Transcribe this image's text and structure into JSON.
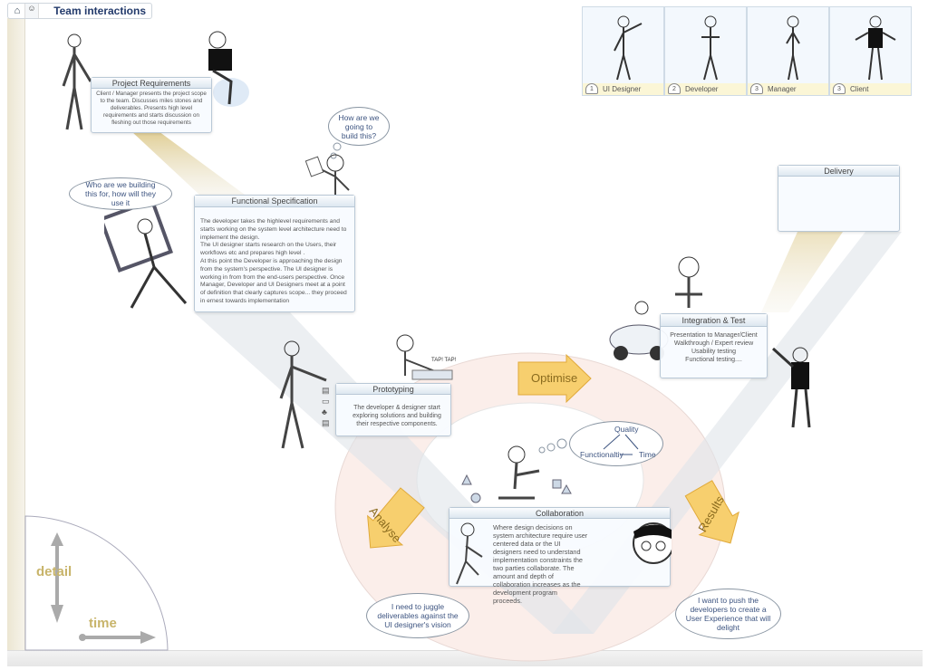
{
  "header": {
    "title": "Team interactions",
    "home_icon": "home-icon"
  },
  "roles": [
    {
      "number": "1",
      "label": "UI Designer"
    },
    {
      "number": "2",
      "label": "Developer"
    },
    {
      "number": "3",
      "label": "Manager"
    },
    {
      "number": "3",
      "label": "Client"
    }
  ],
  "stages": {
    "project_requirements": {
      "title": "Project Requirements",
      "body": "Client / Manager presents the project scope to the team.  Discusses miles stones and deliverables.  Presents high level requirements and starts discussion on fleshing out those requirements"
    },
    "functional_spec": {
      "title": "Functional Specification",
      "body": "The developer takes the highlevel requirements and starts working on the system level architecture need to implement the design.\nThe UI designer starts research on the Users, their workflows etc and prepares high level .\nAt this point the Developer is approaching the design from the system's perspective.  The UI designer is working in from from the end-users perspective.  Once Manager, Developer and UI Designers meet at a point of definition that clearly captures scope... they proceed in ernest towards implementation"
    },
    "prototyping": {
      "title": "Prototyping",
      "body": "The developer & designer start exploring solutions and building their respective components."
    },
    "collaboration": {
      "title": "Collaboration",
      "body": "Where design decisions on system architecture require user centered data or the UI designers need to understand implementation constraints the two parties collaborate.  The amount and depth of collaboration increases as the development program proceeds."
    },
    "integration": {
      "title": "Integration & Test",
      "body": "Presentation to Manager/Client\nWalkthrough / Expert review\nUsability testing\nFunctional testing...."
    },
    "delivery": {
      "title": "Delivery"
    }
  },
  "bubbles": {
    "how_build": "How are we going to build this?",
    "who_for": "Who are we building this for, how will they use it",
    "juggle": "I need to juggle deliverables against the UI designer's vision",
    "push": "I want to push the developers to create a User Experience that will delight"
  },
  "triangle": {
    "top": "Quality",
    "left": "Functionaltiy",
    "right": "Time"
  },
  "cycle": {
    "optimise": "Optimise",
    "analyse": "Analyse",
    "results": "Results"
  },
  "tap_text": "TAP! TAP!",
  "legend": {
    "vertical": "detail",
    "horizontal": "time"
  },
  "colors": {
    "arrow_fill": "#f7cf6e",
    "ring": "#fbeeea",
    "title": "#223a6b",
    "legend_text": "#c8b46a"
  }
}
